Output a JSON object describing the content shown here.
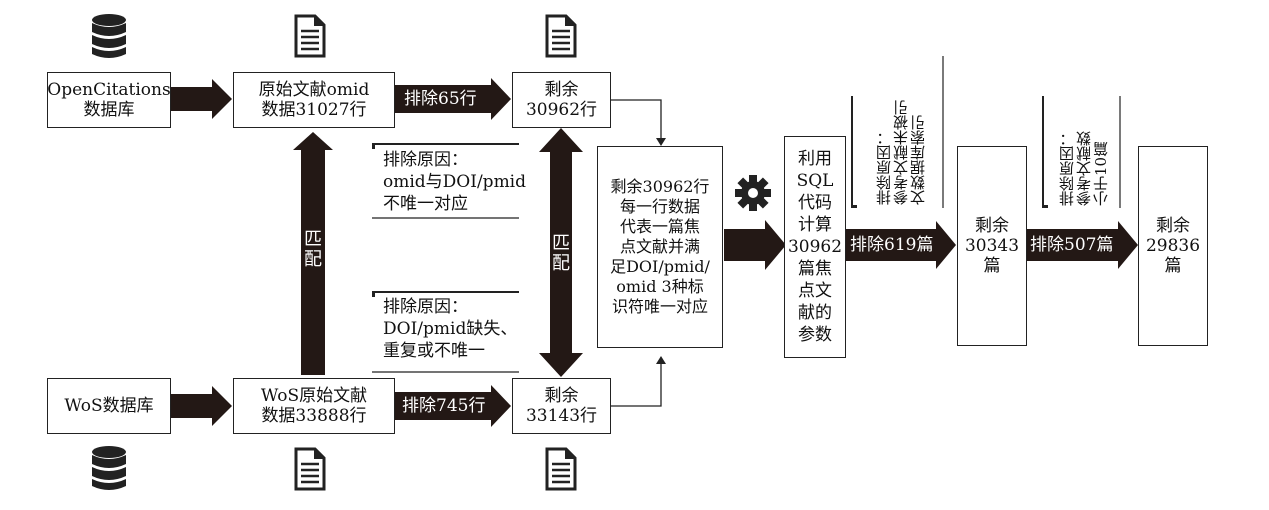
{
  "colors": {
    "arrow": "#231815",
    "stroke": "#222222",
    "text": "#111111"
  },
  "nodes": {
    "opencitations": "OpenCitations\n数据库",
    "wos_db": "WoS数据库",
    "orig_omid": "原始文献omid\n数据31027行",
    "wos_orig": "WoS原始文献\n数据33888行",
    "remain_top": "剩余\n30962行",
    "remain_bottom": "剩余\n33143行",
    "merged": "剩余30962行\n每一行数据\n代表一篇焦\n点文献并满\n足DOI/pmid/\nomid 3种标\n识符唯一对应",
    "sql_calc": "利用\nSQL\n代码\n计算\n30962\n篇焦\n点文\n献的\n参数",
    "remain_30343": "剩余\n30343\n篇",
    "remain_29836": "剩余\n29836\n篇"
  },
  "arrows": {
    "excl_65": "排除65行",
    "excl_745": "排除745行",
    "excl_619": "排除619篇",
    "excl_507": "排除507篇",
    "match_left": "匹\n配",
    "match_right": "匹\n配"
  },
  "notes": {
    "reason_top": "排除原因：\nomid与DOI/pmid\n不唯一对应",
    "reason_bottom": "排除原因：\nDOI/pmid缺失、\n重复或不唯一",
    "reason_619": "排除原因：\n参考文献未被引\n文数据库索引",
    "reason_507": "排除原因：\n参考文献数\n小于10篇"
  },
  "icons": [
    "database-icon",
    "document-icon",
    "gear-icon"
  ]
}
